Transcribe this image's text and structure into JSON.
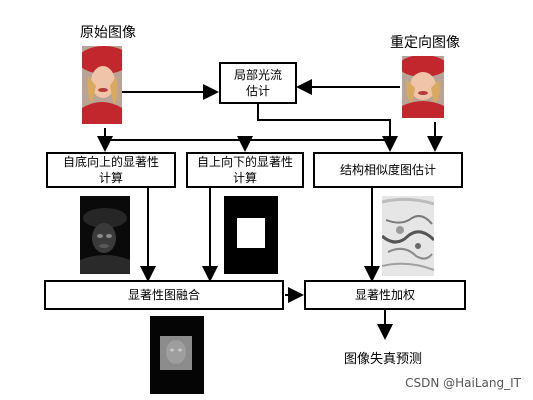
{
  "nodes": {
    "original_image_label": "原始图像",
    "retargeted_image_label": "重定向图像",
    "optical_flow": [
      "局部光流",
      "估计"
    ],
    "bottom_up": [
      "自底向上的显著性",
      "计算"
    ],
    "top_down": [
      "自上向下的显著性",
      "计算"
    ],
    "ssim": "结构相似度图估计",
    "fusion": "显著性图融合",
    "weighting": "显著性加权",
    "prediction": "图像失真预测"
  },
  "watermark": "CSDN @HaiLang_IT"
}
